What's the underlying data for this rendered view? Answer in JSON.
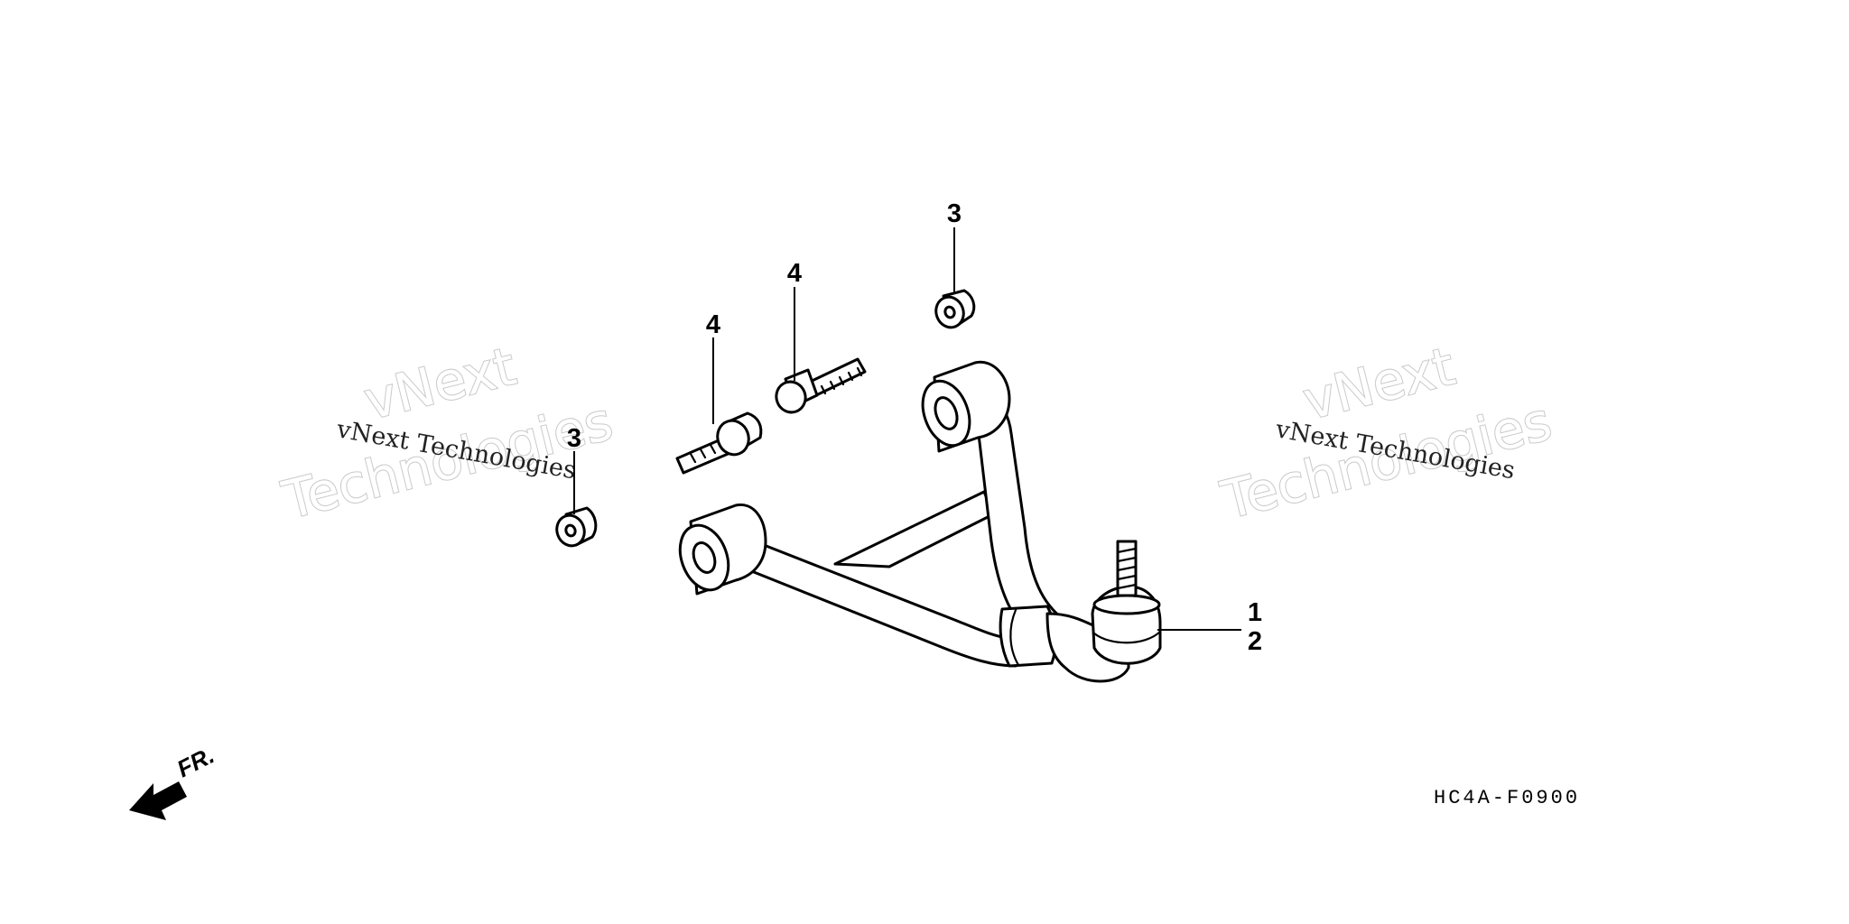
{
  "diagram": {
    "callouts": {
      "nut_top": "3",
      "bolt_upper": "4",
      "bolt_lower": "4",
      "nut_left": "3",
      "arm_part_a": "1",
      "arm_part_b": "2"
    },
    "direction_label": "FR.",
    "drawing_code": "HC4A-F0900",
    "watermarks": [
      {
        "brand": "vNext",
        "word": "Technologies",
        "caption": "vNext Technologies"
      },
      {
        "brand": "vNext",
        "word": "Technologies",
        "caption": "vNext Technologies"
      }
    ],
    "colors": {
      "line": "#000000",
      "background": "#ffffff",
      "watermark_outline": "#c9c9c9"
    }
  }
}
